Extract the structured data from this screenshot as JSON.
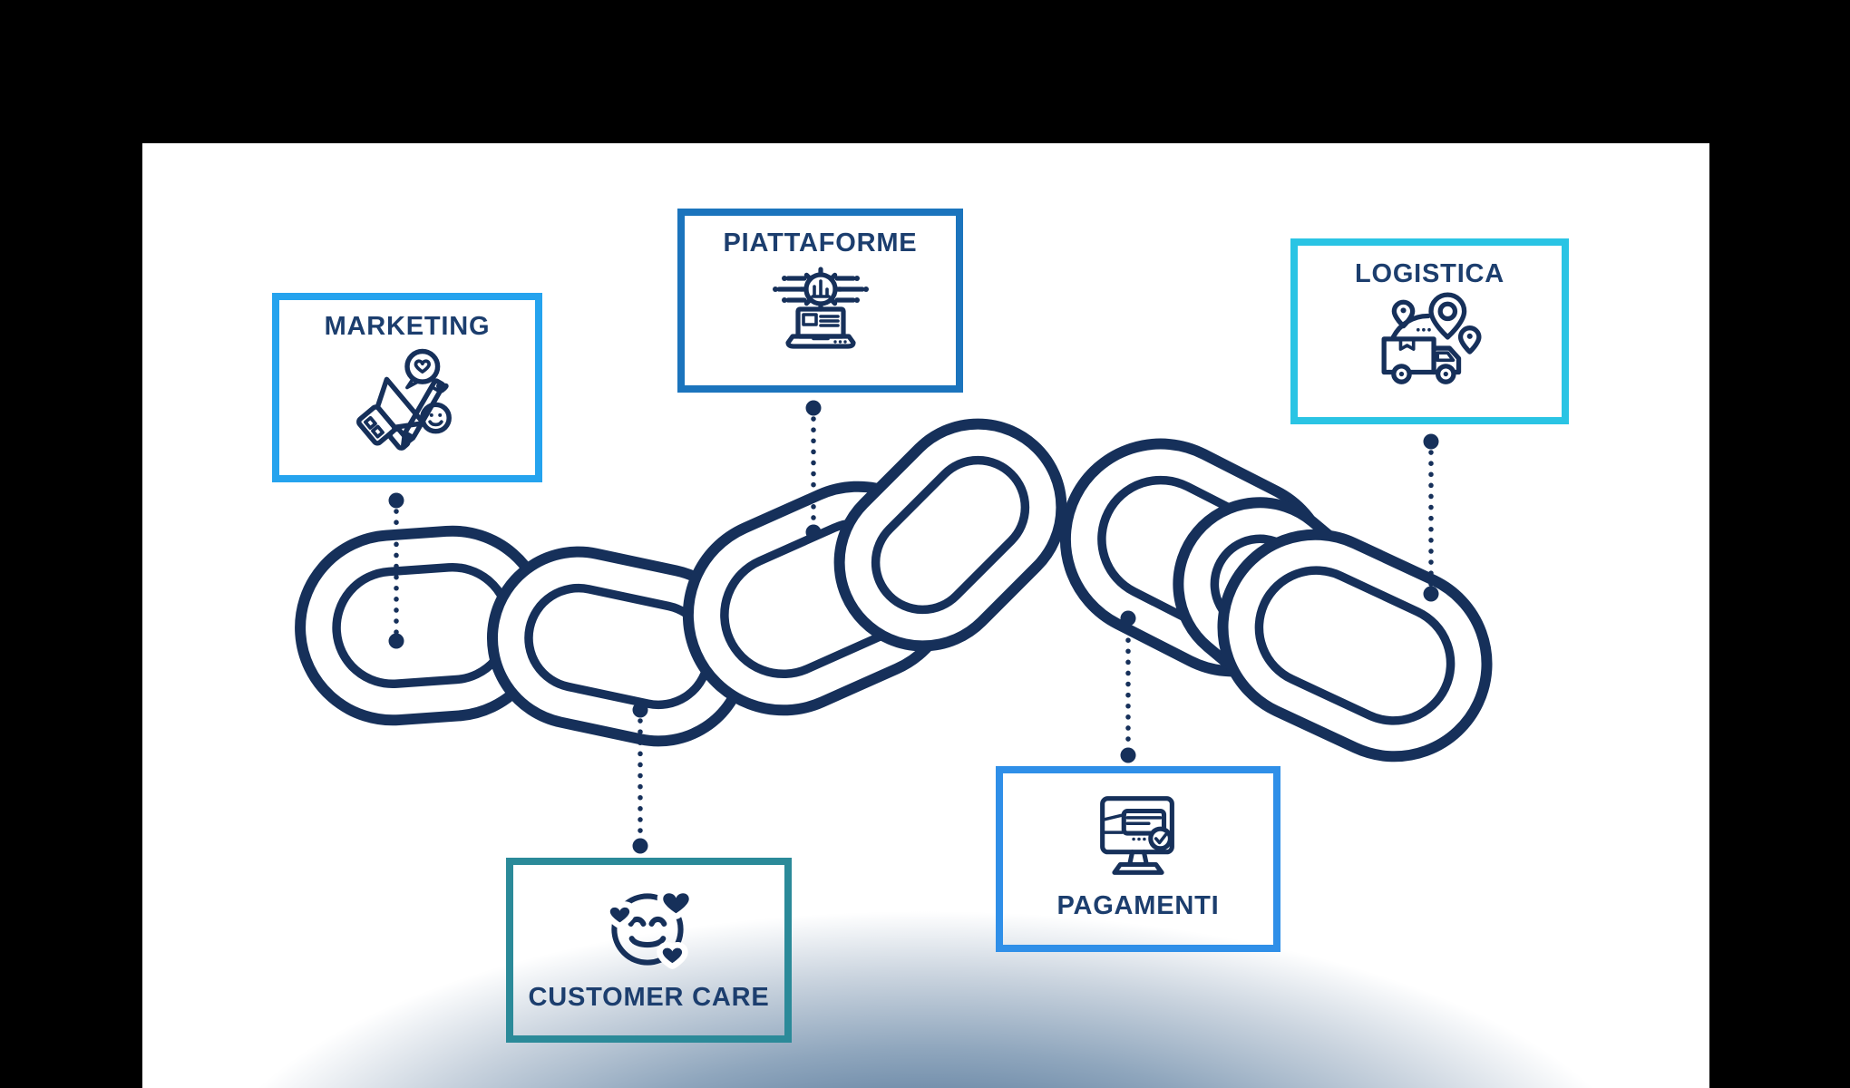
{
  "figure": {
    "type": "ecommerce-supply-chain-diagram",
    "language": "it",
    "colors": {
      "background": "#000000",
      "canvas": "#ffffff",
      "chain": "#16305a",
      "text": "#1c3e6e",
      "gradient_base": "#47688b"
    }
  },
  "chain": {
    "links": 7,
    "color": "#16305a",
    "style": "outline-line-art"
  },
  "nodes": [
    {
      "id": "marketing",
      "label": "MARKETING",
      "border_color": "#25a3ee",
      "icon": "megaphone-hearts-icon",
      "label_position": "top"
    },
    {
      "id": "piattaforme",
      "label": "PIATTAFORME",
      "border_color": "#1b74bd",
      "icon": "laptop-analytics-gear-icon",
      "label_position": "top"
    },
    {
      "id": "logistica",
      "label": "LOGISTICA",
      "border_color": "#2ac4e4",
      "icon": "delivery-truck-map-pins-icon",
      "label_position": "top"
    },
    {
      "id": "customer_care",
      "label": "CUSTOMER CARE",
      "border_color": "#2b8a99",
      "icon": "smiling-face-hearts-icon",
      "label_position": "bottom"
    },
    {
      "id": "pagamenti",
      "label": "PAGAMENTI",
      "border_color": "#2f8fe8",
      "icon": "monitor-payment-check-icon",
      "label_position": "bottom"
    }
  ],
  "connectors": [
    {
      "node": "marketing",
      "style": "dotted",
      "endpoints": "round-dots"
    },
    {
      "node": "piattaforme",
      "style": "dotted",
      "endpoints": "round-dots"
    },
    {
      "node": "logistica",
      "style": "dotted",
      "endpoints": "round-dots"
    },
    {
      "node": "customer_care",
      "style": "dotted",
      "endpoints": "round-dots"
    },
    {
      "node": "pagamenti",
      "style": "dotted",
      "endpoints": "round-dots"
    }
  ]
}
